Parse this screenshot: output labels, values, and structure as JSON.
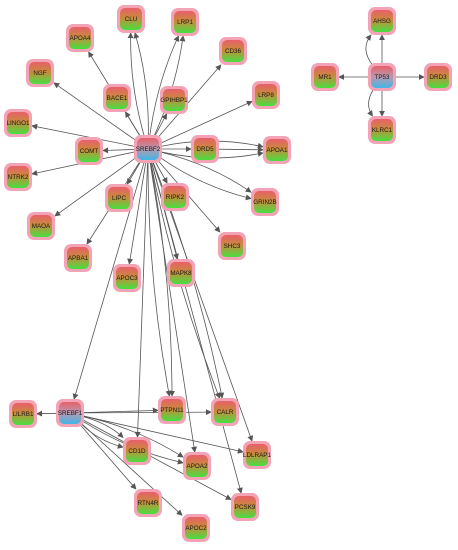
{
  "diagram": {
    "type": "network",
    "colors": {
      "halo": "#f3a3b6",
      "node_red": "#e8606a",
      "node_green": "#46e040",
      "node_blue": "#3fb6e8",
      "edge": "#555555",
      "background": "#ffffff"
    },
    "nodes": [
      {
        "id": "SREBF2",
        "label": "SREBF2",
        "hub": true
      },
      {
        "id": "CLU",
        "label": "CLU"
      },
      {
        "id": "LRP1",
        "label": "LRP1"
      },
      {
        "id": "APOA4",
        "label": "APOA4"
      },
      {
        "id": "CD36",
        "label": "CD36"
      },
      {
        "id": "NGF",
        "label": "NGF"
      },
      {
        "id": "BACE1",
        "label": "BACE1"
      },
      {
        "id": "GPIHBP1",
        "label": "GPIHBP1"
      },
      {
        "id": "LRP8",
        "label": "LRP8"
      },
      {
        "id": "LINGO1",
        "label": "LINGO1"
      },
      {
        "id": "COMT",
        "label": "COMT"
      },
      {
        "id": "DRD5",
        "label": "DRD5"
      },
      {
        "id": "APOA1",
        "label": "APOA1"
      },
      {
        "id": "NTRK2",
        "label": "NTRK2"
      },
      {
        "id": "LIPC",
        "label": "LIPC"
      },
      {
        "id": "RIPK2",
        "label": "RIPK2"
      },
      {
        "id": "GRIN2B",
        "label": "GRIN2B"
      },
      {
        "id": "MAOA",
        "label": "MAOA"
      },
      {
        "id": "SHC3",
        "label": "SHC3"
      },
      {
        "id": "APBA1",
        "label": "APBA1"
      },
      {
        "id": "APOC3",
        "label": "APOC3"
      },
      {
        "id": "MAPK8",
        "label": "MAPK8"
      },
      {
        "id": "SREBF1",
        "label": "SREBF1",
        "hub": true
      },
      {
        "id": "LILRB1",
        "label": "LILRB1"
      },
      {
        "id": "PTPN11",
        "label": "PTPN11"
      },
      {
        "id": "CALR",
        "label": "CALR"
      },
      {
        "id": "CD1D",
        "label": "CD1D"
      },
      {
        "id": "LDLRAP1",
        "label": "LDLRAP1"
      },
      {
        "id": "APOA2",
        "label": "APOA2"
      },
      {
        "id": "RTN4R",
        "label": "RTN4R"
      },
      {
        "id": "PCSK9",
        "label": "PCSK9"
      },
      {
        "id": "APOC2",
        "label": "APOC2"
      },
      {
        "id": "TP53",
        "label": "TP53",
        "hub": true
      },
      {
        "id": "AHSG",
        "label": "AHSG"
      },
      {
        "id": "MR1",
        "label": "MR1"
      },
      {
        "id": "DRD3",
        "label": "DRD3"
      },
      {
        "id": "KLRC1",
        "label": "KLRC1"
      }
    ],
    "edges": [
      {
        "source": "SREBF2",
        "target": "CLU"
      },
      {
        "source": "SREBF2",
        "target": "CLU"
      },
      {
        "source": "SREBF2",
        "target": "LRP1"
      },
      {
        "source": "SREBF2",
        "target": "LRP1"
      },
      {
        "source": "SREBF2",
        "target": "APOA4"
      },
      {
        "source": "SREBF2",
        "target": "CD36"
      },
      {
        "source": "SREBF2",
        "target": "NGF"
      },
      {
        "source": "SREBF2",
        "target": "BACE1"
      },
      {
        "source": "SREBF2",
        "target": "GPIHBP1"
      },
      {
        "source": "SREBF2",
        "target": "LRP8"
      },
      {
        "source": "SREBF2",
        "target": "LINGO1"
      },
      {
        "source": "SREBF2",
        "target": "COMT"
      },
      {
        "source": "SREBF2",
        "target": "DRD5"
      },
      {
        "source": "SREBF2",
        "target": "APOA1"
      },
      {
        "source": "SREBF2",
        "target": "APOA1"
      },
      {
        "source": "SREBF2",
        "target": "NTRK2"
      },
      {
        "source": "SREBF2",
        "target": "LIPC"
      },
      {
        "source": "SREBF2",
        "target": "RIPK2"
      },
      {
        "source": "SREBF2",
        "target": "GRIN2B"
      },
      {
        "source": "SREBF2",
        "target": "GRIN2B"
      },
      {
        "source": "SREBF2",
        "target": "MAOA"
      },
      {
        "source": "SREBF2",
        "target": "SHC3"
      },
      {
        "source": "SREBF2",
        "target": "APBA1"
      },
      {
        "source": "SREBF2",
        "target": "APOC3"
      },
      {
        "source": "SREBF2",
        "target": "MAPK8"
      },
      {
        "source": "SREBF2",
        "target": "SREBF1"
      },
      {
        "source": "SREBF2",
        "target": "PTPN11"
      },
      {
        "source": "SREBF2",
        "target": "PTPN11"
      },
      {
        "source": "SREBF2",
        "target": "CALR"
      },
      {
        "source": "SREBF2",
        "target": "CALR"
      },
      {
        "source": "SREBF2",
        "target": "CD1D"
      },
      {
        "source": "SREBF2",
        "target": "LDLRAP1"
      },
      {
        "source": "SREBF2",
        "target": "APOA2"
      },
      {
        "source": "SREBF2",
        "target": "PCSK9"
      },
      {
        "source": "DRD5",
        "target": "APOA1"
      },
      {
        "source": "SREBF1",
        "target": "LILRB1"
      },
      {
        "source": "SREBF1",
        "target": "PTPN11"
      },
      {
        "source": "SREBF1",
        "target": "CALR"
      },
      {
        "source": "SREBF1",
        "target": "CD1D"
      },
      {
        "source": "SREBF1",
        "target": "CD1D"
      },
      {
        "source": "SREBF1",
        "target": "LDLRAP1"
      },
      {
        "source": "SREBF1",
        "target": "APOA2"
      },
      {
        "source": "SREBF1",
        "target": "APOA2"
      },
      {
        "source": "SREBF1",
        "target": "RTN4R"
      },
      {
        "source": "SREBF1",
        "target": "PCSK9"
      },
      {
        "source": "SREBF1",
        "target": "APOC2"
      },
      {
        "source": "TP53",
        "target": "AHSG"
      },
      {
        "source": "TP53",
        "target": "AHSG"
      },
      {
        "source": "TP53",
        "target": "MR1"
      },
      {
        "source": "TP53",
        "target": "DRD3"
      },
      {
        "source": "TP53",
        "target": "KLRC1"
      },
      {
        "source": "TP53",
        "target": "KLRC1"
      }
    ]
  }
}
